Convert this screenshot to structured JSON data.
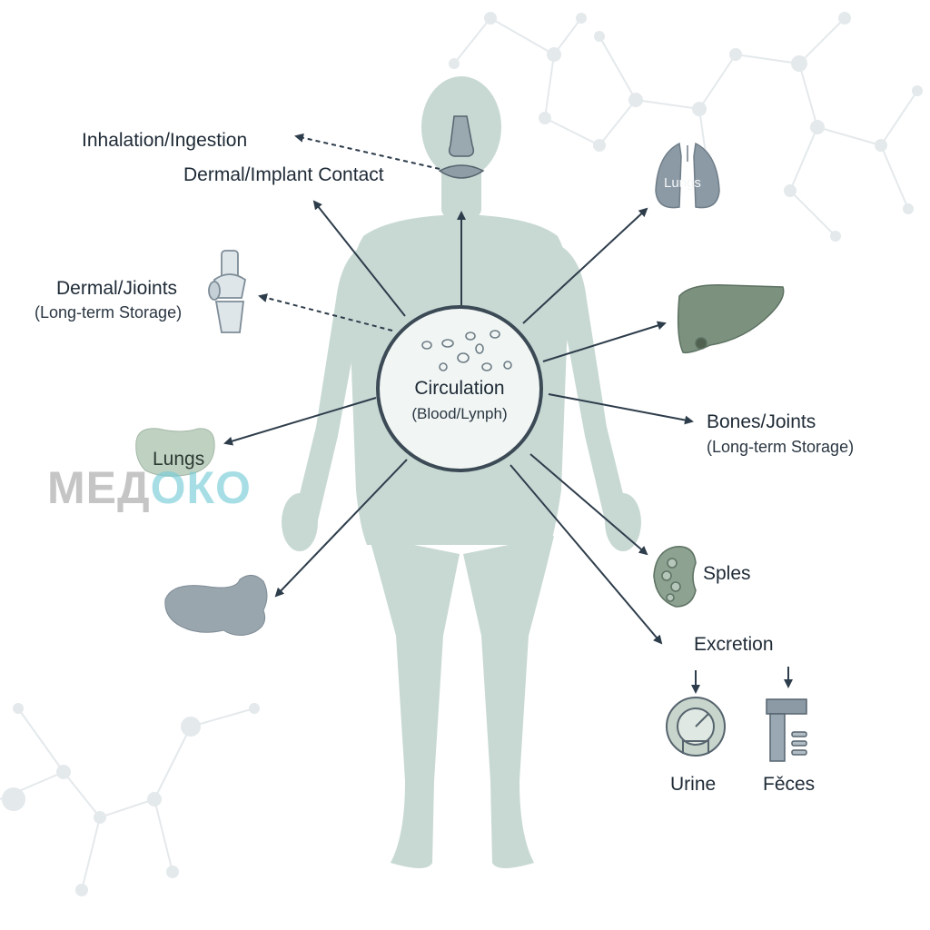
{
  "routes": {
    "inhalation": "Inhalation/Ingestion",
    "dermal_implant": "Dermal/Implant Contact"
  },
  "left_labels": {
    "dermal_joints": "Dermal/Jioints",
    "dermal_joints_sub": "(Long-term Storage)",
    "lungs": "Lungs"
  },
  "center": {
    "title": "Circulation",
    "subtitle": "(Blood/Lynph)"
  },
  "right_labels": {
    "lungs": "Lungs",
    "bones_joints": "Bones/Joints",
    "bones_joints_sub": "(Long-term Storage)",
    "spleen": "Sples",
    "excretion": "Excretion",
    "urine": "Urine",
    "feces": "Fěces"
  },
  "watermark": {
    "part1": "МЕД",
    "part2": "ОКО"
  },
  "icons": [
    "molecule-network",
    "nose-icon",
    "mouth-icon",
    "knee-joint-icon",
    "lungs-icon",
    "liver-icon",
    "stomach-icon",
    "kidney-spleen-icon",
    "urine-icon",
    "feces-icon",
    "particles-icon"
  ],
  "colors": {
    "body": "#c8d9d4",
    "arrow": "#2e3d4b",
    "ring": "#3c4a56",
    "organ_gray": "#8c9aa6",
    "organ_green": "#7c927f"
  }
}
